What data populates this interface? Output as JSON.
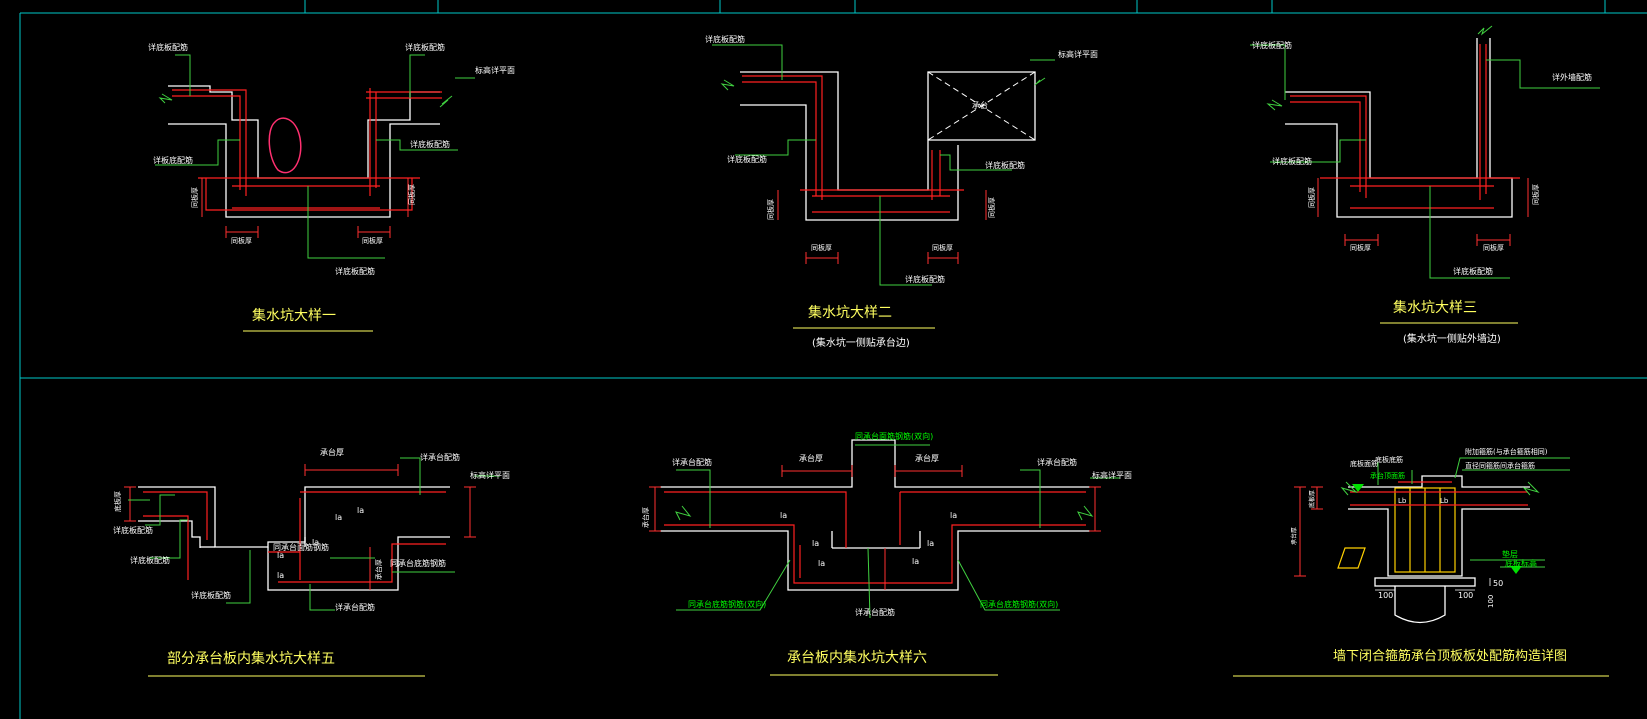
{
  "drawing": {
    "background": "#000000",
    "frame_color": "#00c8c8",
    "concrete_color": "#ffffff",
    "rebar_color": "#ff2020",
    "leader_color": "#40d040",
    "dim_color": "#ff3030",
    "title_color": "#ffff60",
    "label_color": "#ffffff",
    "note_color": "#00ff00",
    "markup_color": "#ff3070"
  },
  "details": [
    {
      "title": "集水坑大样一",
      "subtitle": "",
      "labels": [
        "详底板配筋",
        "详板底配筋",
        "标高详平面",
        "详底板配筋",
        "详底板配筋",
        "详底板配筋"
      ],
      "dims": [
        "同板厚",
        "同板厚",
        "同板厚",
        "同板厚"
      ]
    },
    {
      "title": "集水坑大样二",
      "subtitle": "(集水坑一侧贴承台边)",
      "labels": [
        "详底板配筋",
        "标高详平面",
        "承台",
        "详底板配筋",
        "详底板配筋",
        "详底板配筋"
      ],
      "dims": [
        "同板厚",
        "同板厚",
        "同板厚",
        "同板厚"
      ]
    },
    {
      "title": "集水坑大样三",
      "subtitle": "(集水坑一侧贴外墙边)",
      "labels": [
        "详底板配筋",
        "详外墙配筋",
        "详底板配筋",
        "详底板配筋"
      ],
      "dims": [
        "同板厚",
        "同板厚",
        "同板厚",
        "同板厚"
      ]
    },
    {
      "title": "部分承台板内集水坑大样五",
      "labels": [
        "底板厚",
        "详底板配筋",
        "详底板配筋",
        "承台厚",
        "详承台配筋",
        "标高详平面",
        "同承台面筋钢筋",
        "同承台底筋钢筋",
        "详底板配筋",
        "详承台配筋",
        "承台厚"
      ],
      "la": [
        "la",
        "la",
        "la",
        "la",
        "la"
      ]
    },
    {
      "title": "承台板内集水坑大样六",
      "labels": [
        "详承台配筋",
        "承台厚",
        "同承台面筋钢筋(双向)",
        "承台厚",
        "详承台配筋",
        "标高详平面",
        "承台厚",
        "同承台底筋钢筋(双向)",
        "详承台配筋",
        "同承台底筋钢筋(双向)"
      ],
      "la": [
        "la",
        "la",
        "la",
        "la",
        "la",
        "la"
      ]
    },
    {
      "title": "墙下闭合箍筋承台顶板板处配筋构造详图",
      "labels": [
        "附加箍筋(与承台箍筋相同)",
        "底板面筋",
        "底板底筋",
        "承台顶面筋",
        "直径同箍筋间承台箍筋",
        "底板厚",
        "承台厚",
        "垫层",
        "底板标高"
      ],
      "la": [
        "Lb",
        "Lb"
      ],
      "dims": [
        "100",
        "100",
        "50",
        "100"
      ]
    }
  ]
}
